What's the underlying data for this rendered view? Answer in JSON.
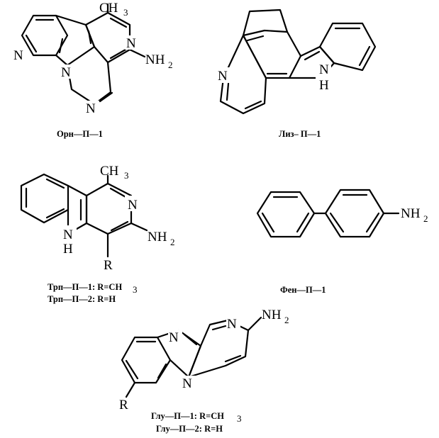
{
  "atoms": {
    "n": "N",
    "nh": "NH",
    "h": "H",
    "ch": "CH",
    "three": "3",
    "two": "2",
    "r": "R"
  },
  "captions": {
    "orn": "Орн—П—1",
    "liz": "Лиз– П—1",
    "trp1": "Трп—П—1:  R=CH",
    "trp1_sub": "3",
    "trp2": "Трп—П—2:  R=H",
    "fen": "Фен—П—1",
    "glu1": "Глу—П—1:  R=CH",
    "glu1_sub": "3",
    "glu2": "Глу—П—2:  R=H"
  }
}
